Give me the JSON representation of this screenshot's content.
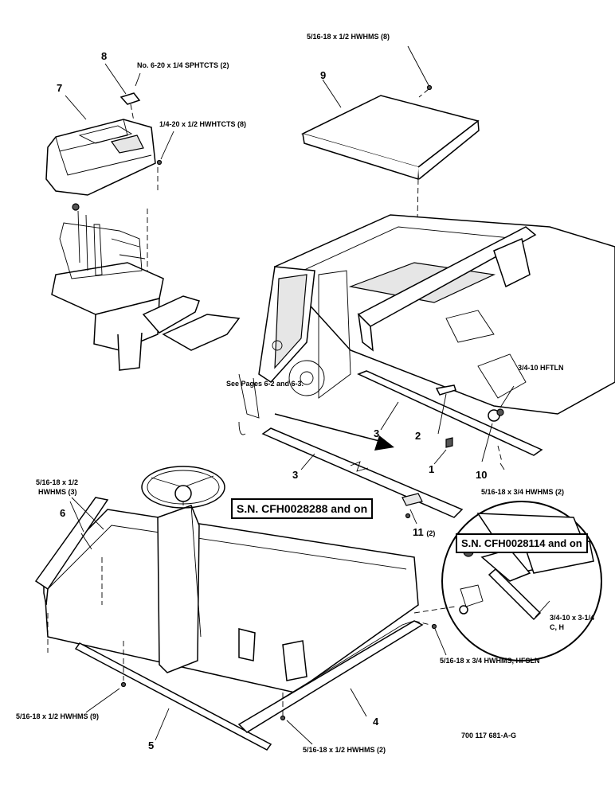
{
  "callouts": {
    "c8": "8",
    "c7": "7",
    "c9": "9",
    "c6": "6",
    "c5": "5",
    "c4": "4",
    "c3a": "3",
    "c3b": "3",
    "c2": "2",
    "c1": "1",
    "c10": "10",
    "c11": "11",
    "c11_qty": "(2)"
  },
  "hardware": {
    "screw_8": "No. 6-20 x 1/4 SPHTCTS (2)",
    "screw_7": "1/4-20 x 1/2 HWHTCTS (8)",
    "screw_9": "5/16-18 x 1/2 HWHMS (8)",
    "nut_hftln": "3/4-10 HFTLN",
    "screw_10": "5/16-18 x 3/4 HWHMS (2)",
    "screw_6_line1": "5/16-18 x 1/2",
    "screw_6_line2": "HWHMS (3)",
    "screw_5": "5/16-18 x 1/2 HWHMS (9)",
    "screw_4": "5/16-18 x 1/2 HWHMS (2)",
    "screw_hfsln": "5/16-18 x 3/4 HWHMS, HFSLN",
    "bolt_line1": "3/4-10 x 3-1/4",
    "bolt_line2": "C, H"
  },
  "references": {
    "see_pages": "See Pages 6-2 and 6-3."
  },
  "serial_notes": {
    "sn_a": "S.N. CFH0028288 and on",
    "sn_b": "S.N. CFH0028114 and on"
  },
  "drawing_number": "700 117 681-A-G"
}
